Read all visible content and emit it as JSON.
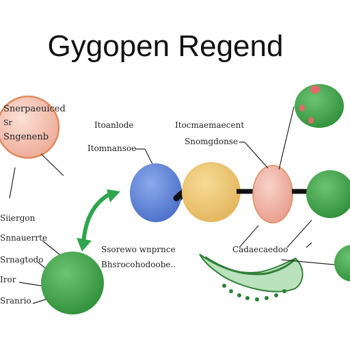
{
  "diagram": {
    "title": "Gygopen Regend",
    "labels": {
      "circle_text_1": "Snerpaeuiced",
      "circle_text_2": "Sr",
      "circle_text_3": "Sngenenb",
      "top_mid_1": "Itoanlode",
      "top_mid_2": "Itomnansoe",
      "top_right_1": "Itocmaemaecent",
      "top_right_2": "Snomgdonse",
      "left_1": "Siiergon",
      "left_2": "Snnauerrte",
      "left_3": "Srnagtodo",
      "left_4": "Iror",
      "left_5": "Sranrio",
      "center_1": "Ssorewo wnprnce",
      "center_2": "Bhsrocohodoobe..",
      "bottom_right": "Cadaecaedoo"
    },
    "colors": {
      "pink_fill": "#f2c1b5",
      "pink_stroke": "#e08b5f",
      "blue_fill": "#6c8fdb",
      "blue_stroke": "#4b64b4",
      "yellow_fill": "#efcd77",
      "yellow_stroke": "#d8a44d",
      "green_fill": "#49a64f",
      "green_stroke": "#2f7f35",
      "arrow_green": "#2ea54d"
    }
  }
}
